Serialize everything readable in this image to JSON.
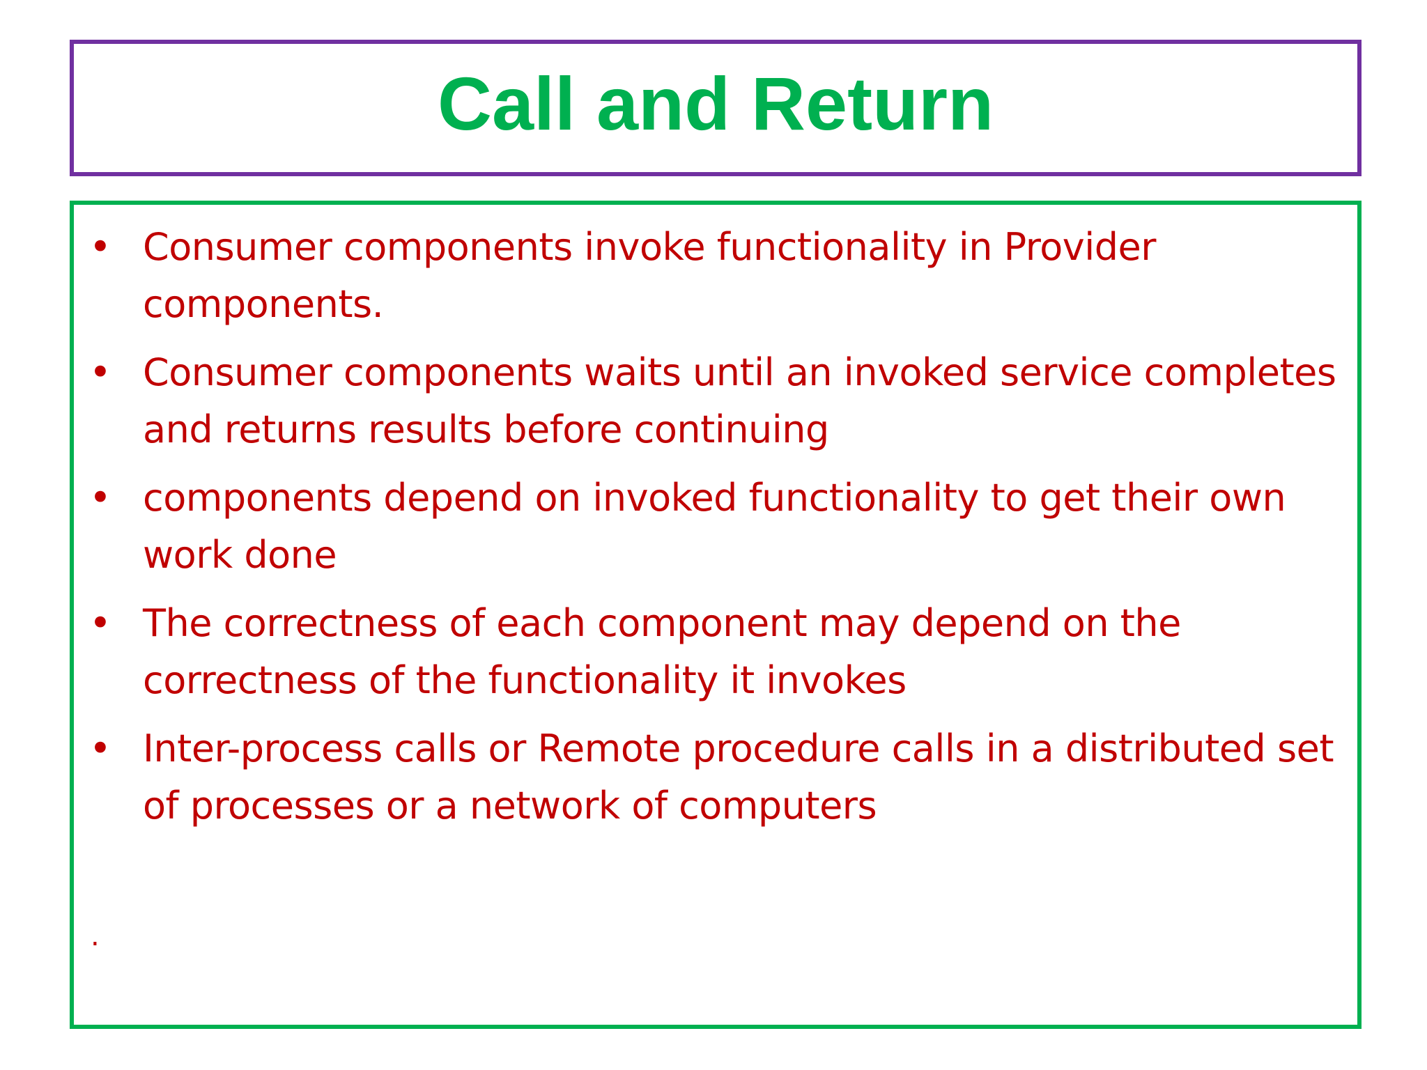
{
  "slide": {
    "title": "Call and Return",
    "colors": {
      "title_text": "#00b050",
      "title_border": "#7030a0",
      "content_border": "#00b050",
      "body_text": "#c00000"
    },
    "bullet_symbol": "•",
    "bullets": [
      "Consumer components invoke functionality in Provider components.",
      "Consumer components waits until an invoked service completes and returns results before continuing",
      "components depend on invoked functionality to get their own work done",
      "The correctness of each component may depend on the correctness of the functionality it invokes",
      "Inter-process calls or Remote procedure calls in a distributed set of processes or a network of computers"
    ],
    "trailing_mark": "."
  }
}
